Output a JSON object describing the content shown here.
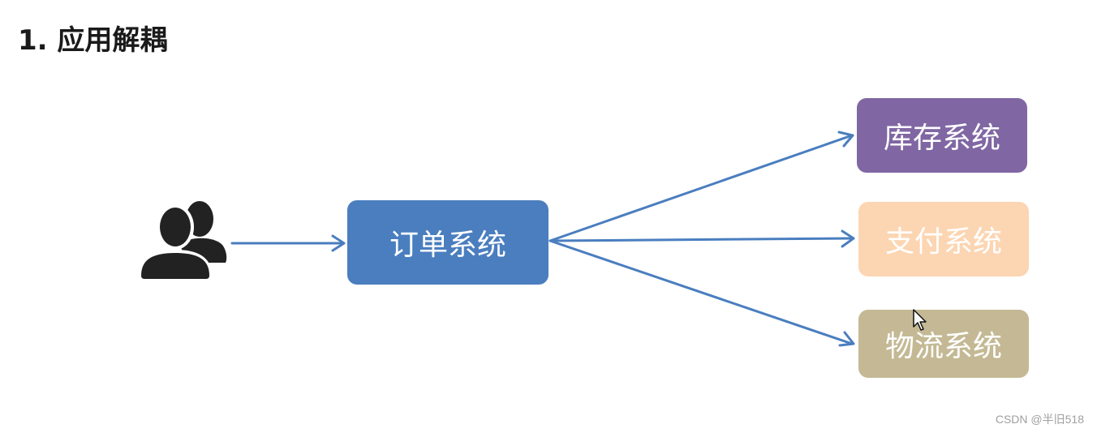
{
  "title": "1. 应用解耦",
  "diagram": {
    "actor": {
      "icon": "users-icon",
      "label": ""
    },
    "source": {
      "label": "订单系统",
      "color": "#4a7ebf"
    },
    "targets": [
      {
        "label": "库存系统",
        "color": "#8067a3"
      },
      {
        "label": "支付系统",
        "color": "#fcd5b2"
      },
      {
        "label": "物流系统",
        "color": "#c4b994"
      }
    ],
    "edge_color": "#4a7ebf"
  },
  "watermark": "CSDN @半旧518"
}
